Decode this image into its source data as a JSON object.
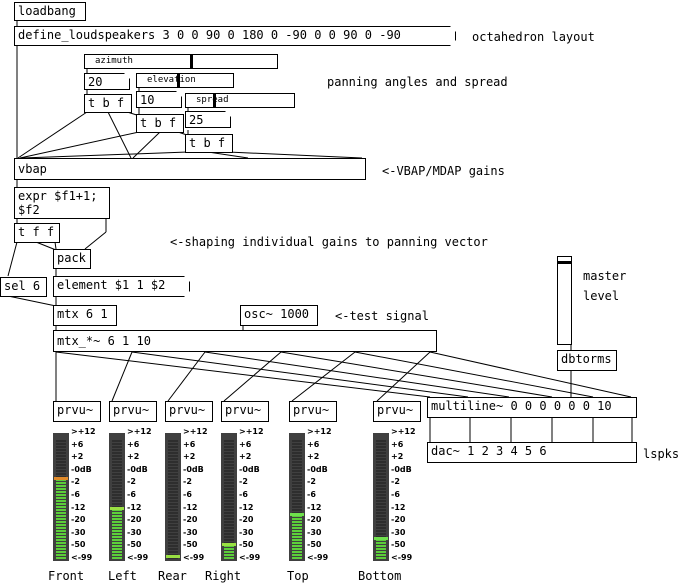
{
  "objects": {
    "loadbang": "loadbang",
    "define": "define_loudspeakers 3 0 0 90 0 180 0 -90 0 0 90 0 -90",
    "tbf1": "t b f",
    "tbf2": "t b f",
    "tbf3": "t b f",
    "vbap": "vbap",
    "expr": "expr $f1+1;\n$f2",
    "tff": "t f f",
    "pack": "pack",
    "sel": "sel 6",
    "element": "element $1 1 $2",
    "mtx": "mtx 6 1",
    "osc": "osc~ 1000",
    "mtxmul": "mtx_*~ 6 1 10",
    "dbtorms": "dbtorms",
    "multiline": "multiline~ 0 0 0 0 0 0 10",
    "dac": "dac~ 1 2 3 4 5 6",
    "prvu": "prvu~"
  },
  "numbers": {
    "azimuth": "20",
    "elevation": "10",
    "spread": "25"
  },
  "sliders": {
    "azimuth": {
      "label": "azimuth",
      "value": 0.55
    },
    "elevation": {
      "label": "elevation",
      "value": 0.43
    },
    "spread": {
      "label": "spread",
      "value": 0.28
    },
    "master": {
      "value": 0.95
    }
  },
  "comments": {
    "octahedron": "octahedron layout",
    "panning": "panning angles and spread",
    "vbap_gains": "<-VBAP/MDAP gains",
    "shaping": "<-shaping individual gains to panning vector",
    "test_signal": "<-test signal",
    "master_level": "master\nlevel",
    "lspks": "lspks"
  },
  "meter_scale": [
    ">+12",
    "+6",
    "+2",
    "-0dB",
    "-2",
    "-6",
    "-12",
    "-20",
    "-30",
    "-50",
    "<-99"
  ],
  "meters": [
    {
      "label": "Front",
      "level": 0.68,
      "peak_color": "#e08a2a"
    },
    {
      "label": "Left",
      "level": 0.42,
      "peak_color": "#9ae043"
    },
    {
      "label": "Rear",
      "level": 0.0,
      "peak_color": "#9ae043"
    },
    {
      "label": "Right",
      "level": 0.12,
      "peak_color": "#9ae043"
    },
    {
      "label": "Top",
      "level": 0.37,
      "peak_color": "#6fe04d"
    },
    {
      "label": "Bottom",
      "level": 0.17,
      "peak_color": "#6fe04d"
    }
  ],
  "colors": {
    "meter_bg": "#404040",
    "meter_green": "#5ccf3a",
    "meter_dark": "#2e2e2e"
  }
}
